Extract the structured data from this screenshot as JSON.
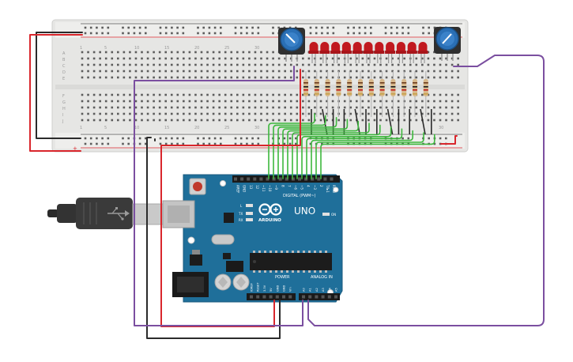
{
  "breadboard": {
    "row_labels_top": [
      "A",
      "B",
      "C",
      "D",
      "E"
    ],
    "row_labels_bottom": [
      "F",
      "G",
      "H",
      "I",
      "J"
    ],
    "column_numbers": [
      "1",
      "5",
      "10",
      "15",
      "20",
      "25",
      "30"
    ],
    "column_numbers_right": [
      "30"
    ],
    "rail_minus": "−",
    "rail_plus": "+"
  },
  "arduino": {
    "brand": "ARDUINO",
    "model": "UNO",
    "digital_header_label": "DIGITAL (PWM~)",
    "power_header_label": "POWER",
    "analog_header_label": "ANALOG IN",
    "on_label": "ON",
    "led_labels": [
      "L",
      "TX",
      "RX"
    ],
    "digital_pins": [
      "AREF",
      "GND",
      "13",
      "12",
      "~11",
      "~10",
      "~9",
      "8",
      "7",
      "~6",
      "~5",
      "4",
      "~3",
      "2",
      "TX▸1",
      "RX◂0"
    ],
    "power_pins": [
      "IOREF",
      "RESET",
      "3.3V",
      "5V",
      "GND",
      "GND",
      "Vin"
    ],
    "analog_pins": [
      "A0",
      "A1",
      "A2",
      "A3",
      "A4",
      "A5"
    ]
  },
  "components": {
    "led_count": 12,
    "resistor_count": 12,
    "potentiometer_count": 2
  },
  "colors": {
    "board_blue": "#1f6f9a",
    "breadboard": "#e8e8e6",
    "wire_red": "#d9262c",
    "wire_black": "#2b2b2b",
    "wire_green": "#3db83d",
    "wire_purple": "#7b4fa0",
    "led_red": "#c1191f",
    "pot_blue": "#2a6fb5"
  }
}
